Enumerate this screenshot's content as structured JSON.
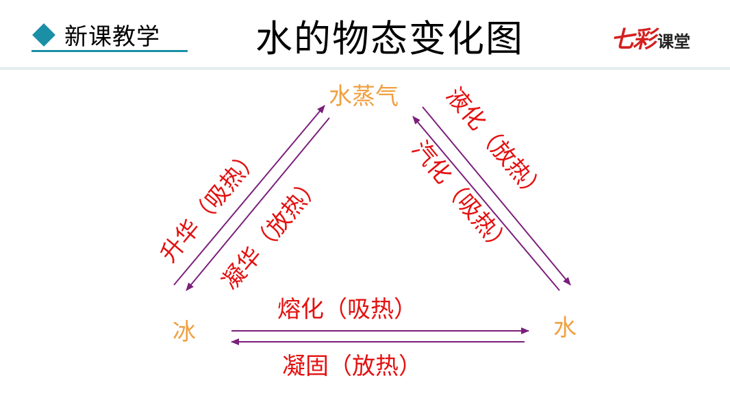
{
  "header": {
    "section_label": "新课教学",
    "page_title": "水的物态变化图",
    "logo_brand": "七彩",
    "logo_sub": "课堂"
  },
  "states": {
    "vapor": "水蒸气",
    "ice": "冰",
    "water": "水"
  },
  "processes": {
    "sublimation": "升华（吸热）",
    "desublimation": "凝华（放热）",
    "liquefaction": "液化（放热）",
    "vaporization": "汽化（吸热）",
    "melting": "熔化（吸热）",
    "solidification": "凝固（放热）"
  },
  "colors": {
    "accent": "#1a8fa6",
    "state_text": "#f0a040",
    "process_text": "#e41010",
    "arrow": "#7a1f7a"
  }
}
